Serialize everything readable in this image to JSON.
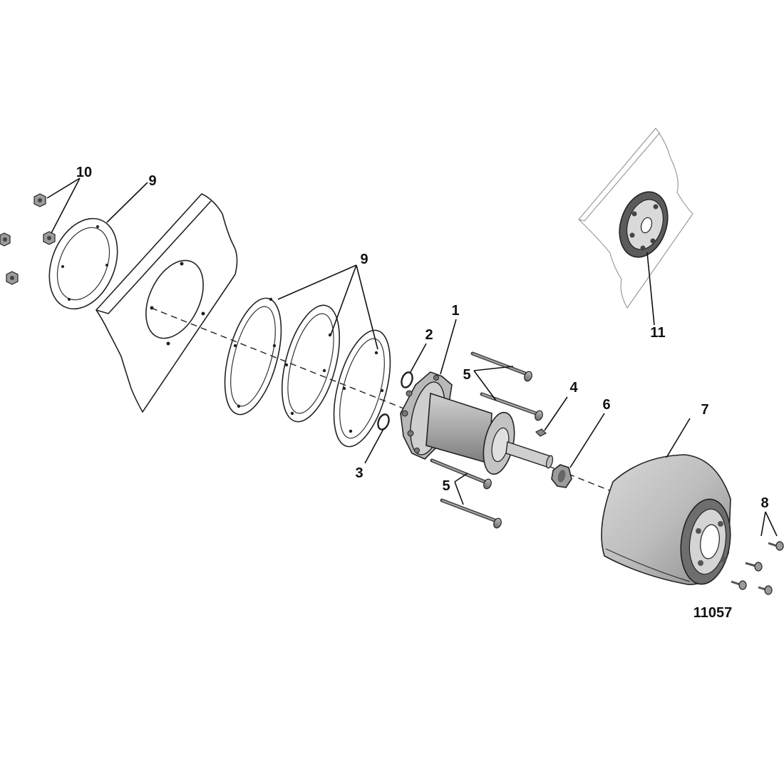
{
  "figure_id": "11057",
  "callouts": {
    "c1": "1",
    "c2": "2",
    "c3": "3",
    "c4": "4",
    "c5a": "5",
    "c5b": "5",
    "c6": "6",
    "c7": "7",
    "c8": "8",
    "c9a": "9",
    "c9b": "9",
    "c10": "10",
    "c11": "11"
  }
}
